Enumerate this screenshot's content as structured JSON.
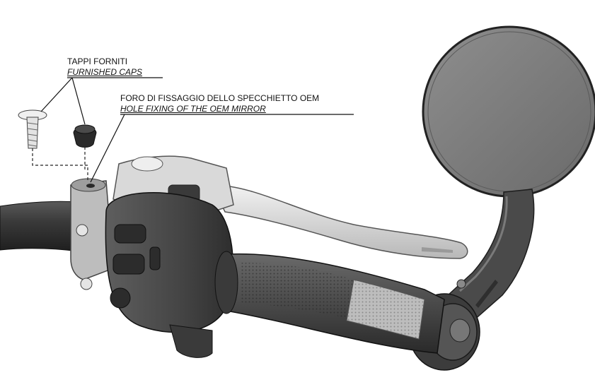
{
  "labels": {
    "caps_it": "TAPPI FORNITI",
    "caps_en": "FURNISHED CAPS",
    "hole_it": "FORO DI FISSAGGIO DELLO SPECCHIETTO OEM",
    "hole_en": "HOLE FIXING OF THE OEM MIRROR"
  },
  "parts": [
    "screw-cap",
    "plug-cap",
    "handlebar",
    "clamp",
    "brake-lever",
    "switch-housing",
    "grip",
    "mirror-arm",
    "round-mirror"
  ]
}
